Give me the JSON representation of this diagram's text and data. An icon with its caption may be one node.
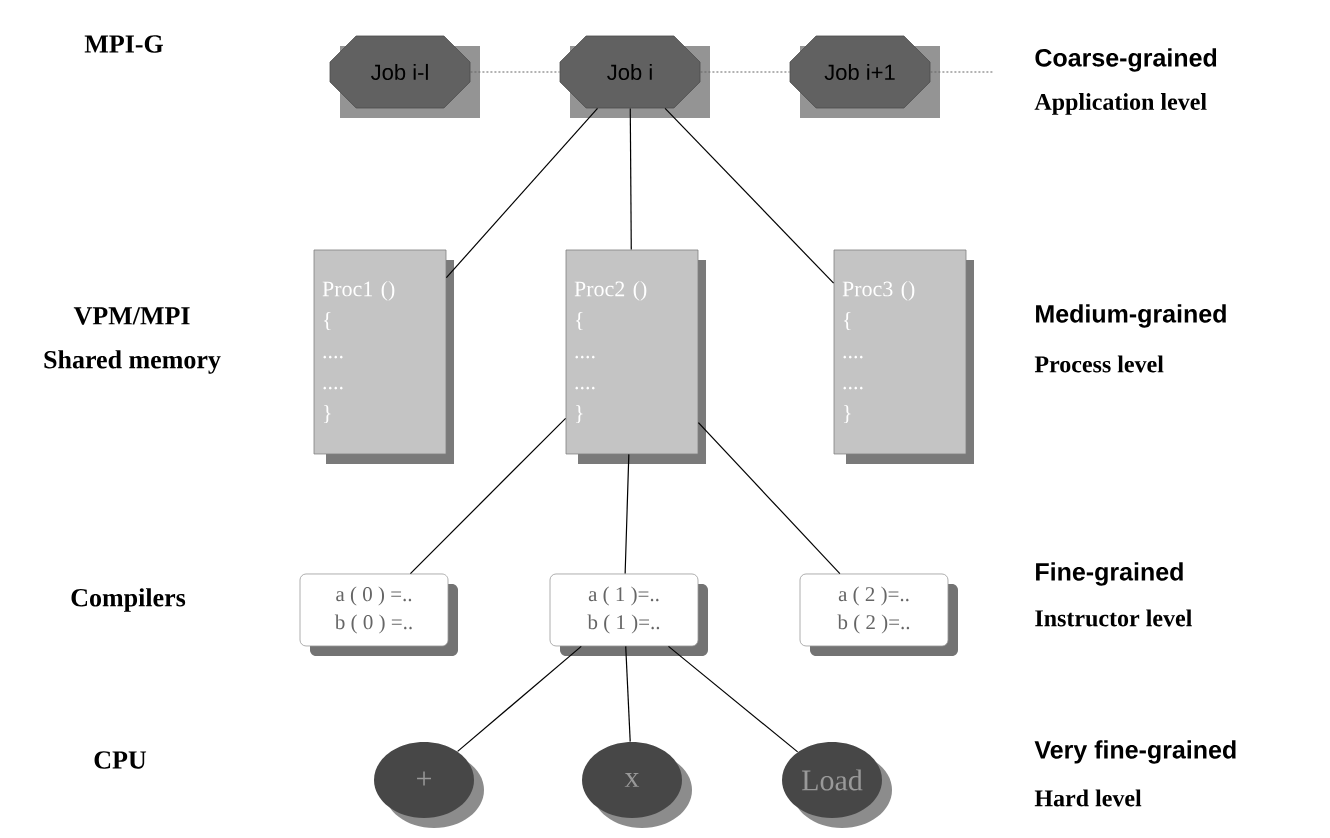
{
  "diagram": {
    "nodes": [
      {
        "text": [
          "Job i-l"
        ]
      },
      {
        "text": [
          "Job i"
        ]
      },
      {
        "text": [
          "Job i+1"
        ]
      },
      {
        "text": [
          "Proc1 ()",
          "{",
          "....",
          "....",
          "}"
        ]
      },
      {
        "text": [
          "Proc2 ()",
          "{",
          "....",
          "....",
          "}"
        ]
      },
      {
        "text": [
          "Proc3 ()",
          "{",
          "....",
          "....",
          "}"
        ]
      },
      {
        "text": [
          "a ( 0 ) =..",
          "b ( 0 ) =.."
        ]
      },
      {
        "text": [
          "a ( 1 )=..",
          "b ( 1 )=.."
        ]
      },
      {
        "text": [
          "a ( 2 )=..",
          "b ( 2 )=.."
        ]
      },
      {
        "text": [
          "+"
        ]
      },
      {
        "text": [
          "x"
        ]
      },
      {
        "text": [
          "Load"
        ]
      }
    ],
    "edges": [
      {
        "from": 0,
        "to": 1,
        "arrow": "none",
        "style": "dashed",
        "color": "#666666"
      },
      {
        "from": 1,
        "to": 2,
        "arrow": "none",
        "style": "dashed",
        "color": "#666666"
      },
      {
        "from": 2,
        "to": null,
        "arrow": "none",
        "style": "dashed",
        "color": "#666666"
      },
      {
        "from": 1,
        "to": 3,
        "arrow": "none"
      },
      {
        "from": 1,
        "to": 4,
        "arrow": "none"
      },
      {
        "from": 1,
        "to": 5,
        "arrow": "none"
      },
      {
        "from": 4,
        "to": 6,
        "arrow": "none"
      },
      {
        "from": 4,
        "to": 7,
        "arrow": "none"
      },
      {
        "from": 4,
        "to": 8,
        "arrow": "none"
      },
      {
        "from": 7,
        "to": 9,
        "arrow": "none"
      },
      {
        "from": 7,
        "to": 10,
        "arrow": "none"
      },
      {
        "from": 7,
        "to": 11,
        "arrow": "none"
      }
    ],
    "labels": [
      "MPI-G",
      "Coarse-grained",
      "Application level",
      "VPM/MPI",
      "Shared memory",
      "Medium-grained",
      "Process level",
      "Compilers",
      "Fine-grained",
      "Instructor level",
      "CPU",
      "Very fine-grained",
      "Hard level"
    ]
  }
}
